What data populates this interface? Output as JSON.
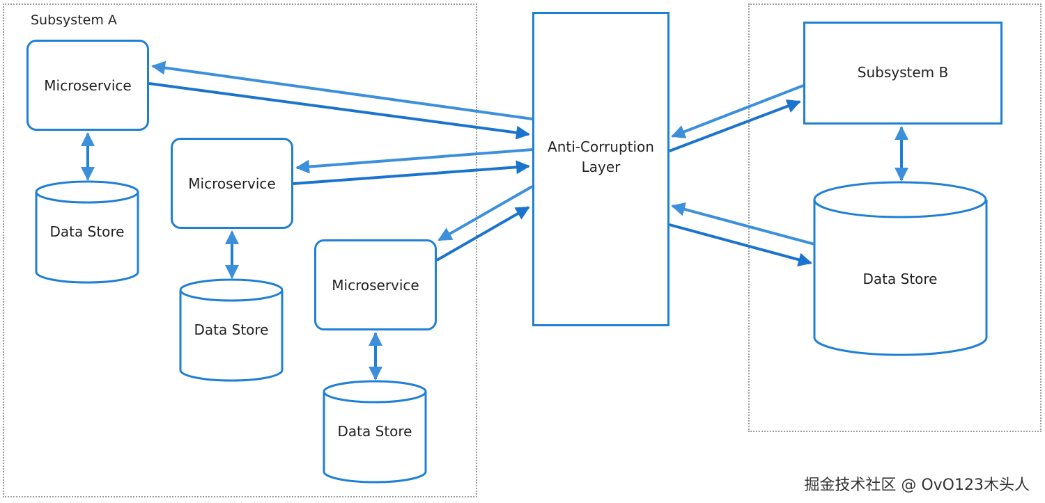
{
  "subsystem_a": {
    "title": "Subsystem A",
    "microservices": [
      {
        "label": "Microservice",
        "store_label": "Data Store"
      },
      {
        "label": "Microservice",
        "store_label": "Data Store"
      },
      {
        "label": "Microservice",
        "store_label": "Data Store"
      }
    ]
  },
  "acl": {
    "label": "Anti-Corruption\nLayer"
  },
  "subsystem_b": {
    "title": "Subsystem B",
    "store_label": "Data Store"
  },
  "watermark": "掘金技术社区 @ OvO123木头人",
  "colors": {
    "stroke": "#1f7fd4",
    "arrow_light": "#3b8fdb",
    "arrow_dark": "#1a73cc",
    "frame": "#9a9a9a"
  }
}
